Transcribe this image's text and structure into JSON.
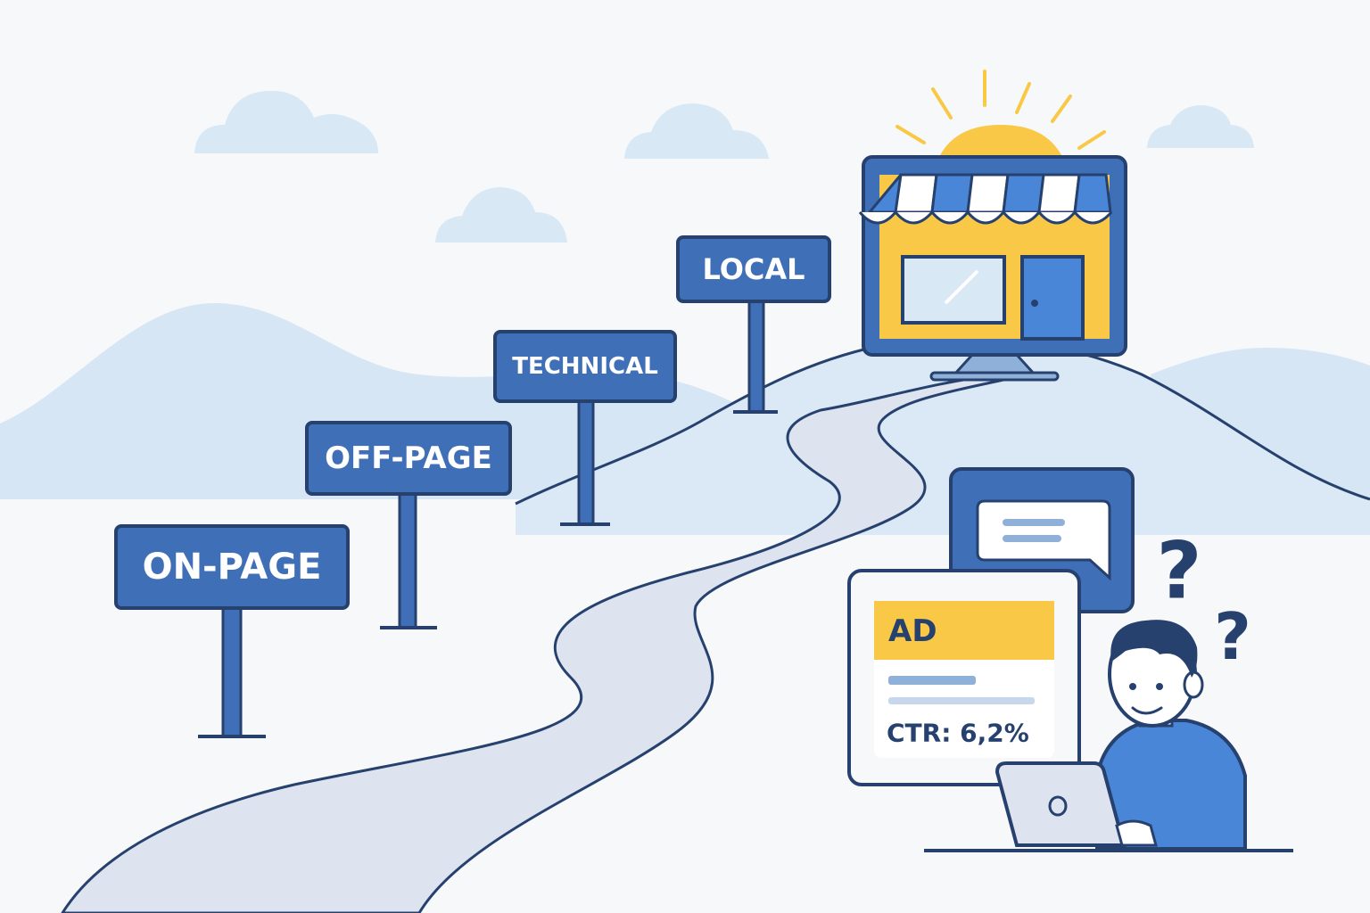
{
  "signs": [
    {
      "label": "ON-PAGE"
    },
    {
      "label": "OFF-PAGE"
    },
    {
      "label": "TECHNICAL"
    },
    {
      "label": "LOCAL"
    }
  ],
  "ad_card": {
    "title": "AD",
    "metric": "CTR: 6,2%"
  },
  "question_marks": [
    "?",
    "?"
  ],
  "colors": {
    "sign_blue": "#3f6fb6",
    "outline": "#27416f",
    "accent_yellow": "#f9c846",
    "sky_cloud": "#d8e8f5",
    "hill": "#dbe9f6",
    "road": "#dde4ef"
  }
}
